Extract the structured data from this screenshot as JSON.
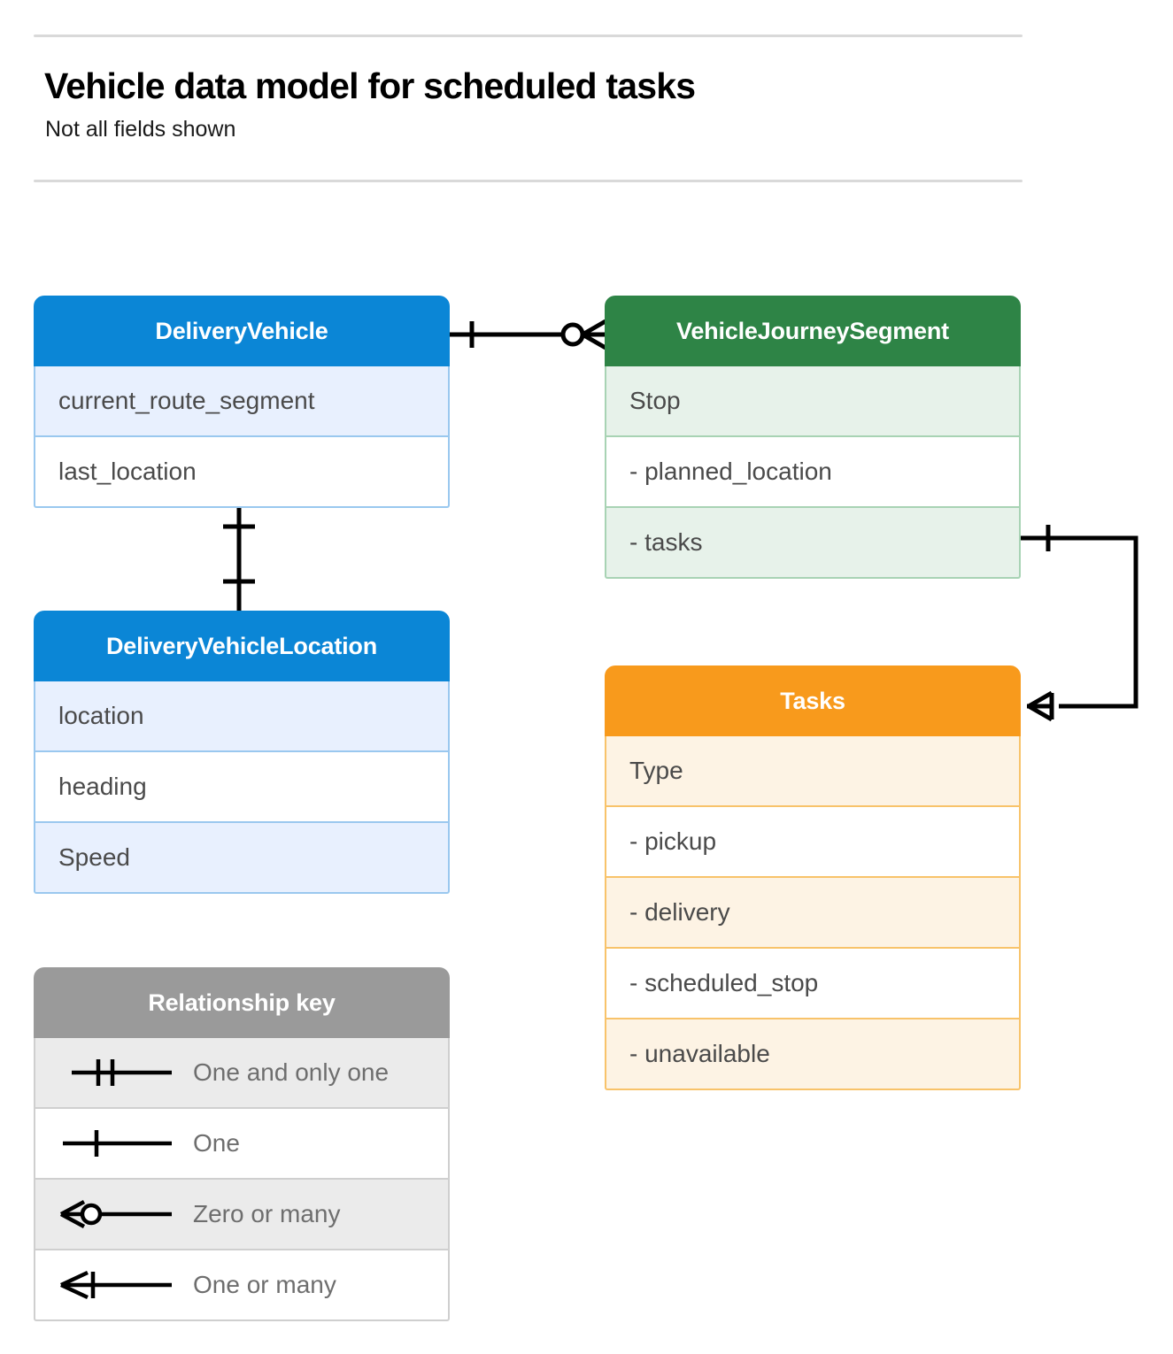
{
  "header": {
    "title": "Vehicle data model for scheduled tasks",
    "subtitle": "Not all fields shown"
  },
  "colors": {
    "blue": "#0b86d6",
    "blue_tint": "#e8f0fe",
    "blue_border": "#9ac8ef",
    "green": "#2e8446",
    "green_tint": "#e7f2ea",
    "green_border": "#a8d3b4",
    "orange": "#f89a1c",
    "orange_tint": "#fdf3e4",
    "orange_border": "#f8c36a",
    "grey": "#9a9a9a",
    "grey_tint": "#ebebeb",
    "line": "#000000",
    "rule": "#d9d9d9"
  },
  "entities": {
    "delivery_vehicle": {
      "title": "DeliveryVehicle",
      "rows": [
        {
          "label": "current_route_segment"
        },
        {
          "label": "last_location"
        }
      ]
    },
    "vehicle_journey_segment": {
      "title": "VehicleJourneySegment",
      "rows": [
        {
          "label": "Stop"
        },
        {
          "label": "-  planned_location"
        },
        {
          "label": "- tasks"
        }
      ]
    },
    "delivery_vehicle_location": {
      "title": "DeliveryVehicleLocation",
      "rows": [
        {
          "label": "location"
        },
        {
          "label": "heading"
        },
        {
          "label": "Speed"
        }
      ]
    },
    "tasks": {
      "title": "Tasks",
      "rows": [
        {
          "label": "Type"
        },
        {
          "label": "-  pickup"
        },
        {
          "label": "-  delivery"
        },
        {
          "label": "-  scheduled_stop"
        },
        {
          "label": "-  unavailable"
        }
      ]
    }
  },
  "legend": {
    "title": "Relationship key",
    "items": [
      {
        "label": "One and only one",
        "symbol": "one-and-only-one"
      },
      {
        "label": "One",
        "symbol": "one"
      },
      {
        "label": "Zero or many",
        "symbol": "zero-or-many"
      },
      {
        "label": "One or many",
        "symbol": "one-or-many"
      }
    ]
  },
  "relationships": [
    {
      "from": "DeliveryVehicle",
      "to": "VehicleJourneySegment",
      "from_cardinality": "One",
      "to_cardinality": "Zero or many"
    },
    {
      "from": "DeliveryVehicle",
      "to": "DeliveryVehicleLocation",
      "from_cardinality": "One",
      "to_cardinality": "One"
    },
    {
      "from": "VehicleJourneySegment.tasks",
      "to": "Tasks",
      "from_cardinality": "One",
      "to_cardinality": "One or many"
    }
  ]
}
